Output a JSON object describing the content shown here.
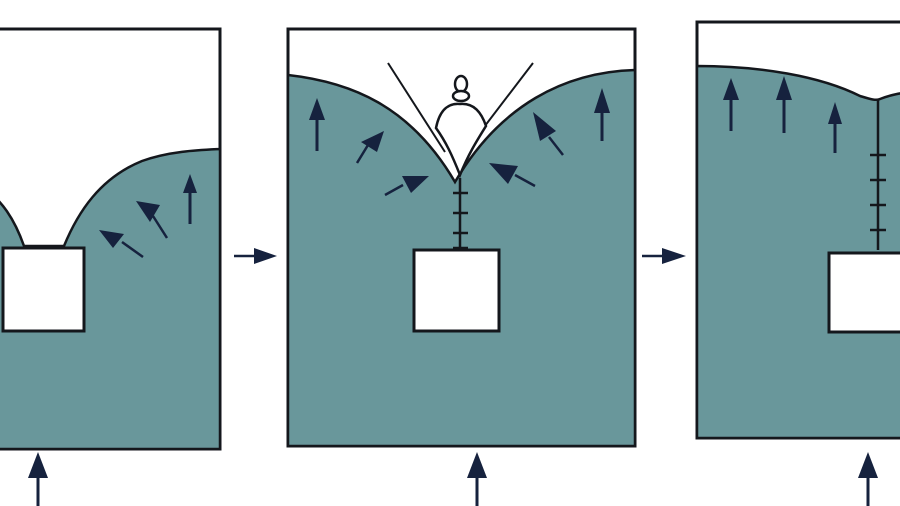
{
  "diagram": {
    "panels": [
      {
        "id": "stage-1",
        "stage": 1,
        "labels": []
      },
      {
        "id": "stage-2",
        "stage": 2,
        "labels": []
      },
      {
        "id": "stage-3",
        "stage": 3,
        "labels": []
      }
    ],
    "transitions": [
      "stage-1-to-2",
      "stage-2-to-3"
    ]
  },
  "colors": {
    "fill": "#69979b",
    "arrow": "#16223e",
    "outline": "#14171c",
    "background": "#ffffff",
    "block": "#ffffff"
  },
  "icons": {
    "growth_arrow": "up-arrow-icon",
    "load_arrow": "bottom-load-arrow-icon",
    "transition_arrow": "right-arrow-icon"
  }
}
